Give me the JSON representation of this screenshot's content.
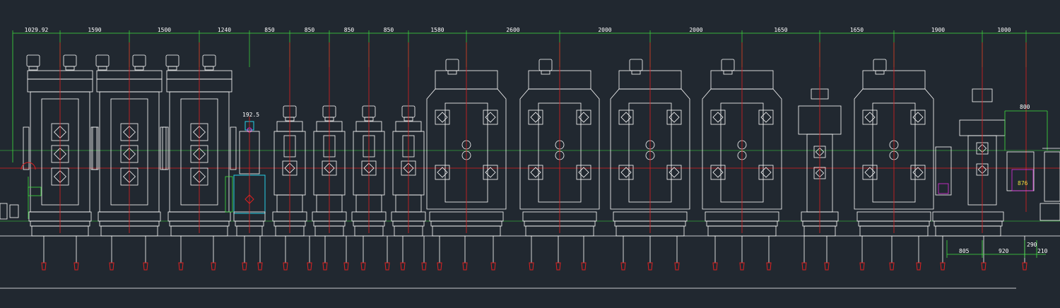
{
  "colors": {
    "background": "#212830",
    "outline": "#ffffff",
    "dimension": "#3ee03e",
    "centerline": "#e02020",
    "accent_cyan": "#25d0e8",
    "accent_magenta": "#e030e0",
    "accent_yellow": "#e8e040"
  },
  "top_dimensions": [
    "1029.92",
    "1590",
    "1500",
    "1240",
    "850",
    "850",
    "850",
    "850",
    "1580",
    "2600",
    "2000",
    "2000",
    "1650",
    "1650",
    "1900",
    "1000"
  ],
  "side_dimension": "192.5",
  "right_dimension": "800",
  "bottom_dimensions": [
    "805",
    "920",
    "290",
    "210"
  ],
  "labels": {
    "motor_box_label": "876"
  },
  "stands": [
    {
      "type": "large"
    },
    {
      "type": "large"
    },
    {
      "type": "large"
    },
    {
      "type": "cyan"
    },
    {
      "type": "small"
    },
    {
      "type": "small"
    },
    {
      "type": "small"
    },
    {
      "type": "small"
    },
    {
      "type": "xl"
    },
    {
      "type": "xl"
    },
    {
      "type": "xl"
    },
    {
      "type": "xl"
    },
    {
      "type": "narrow"
    },
    {
      "type": "xl"
    },
    {
      "type": "narrow2"
    },
    {
      "type": "tail"
    }
  ]
}
